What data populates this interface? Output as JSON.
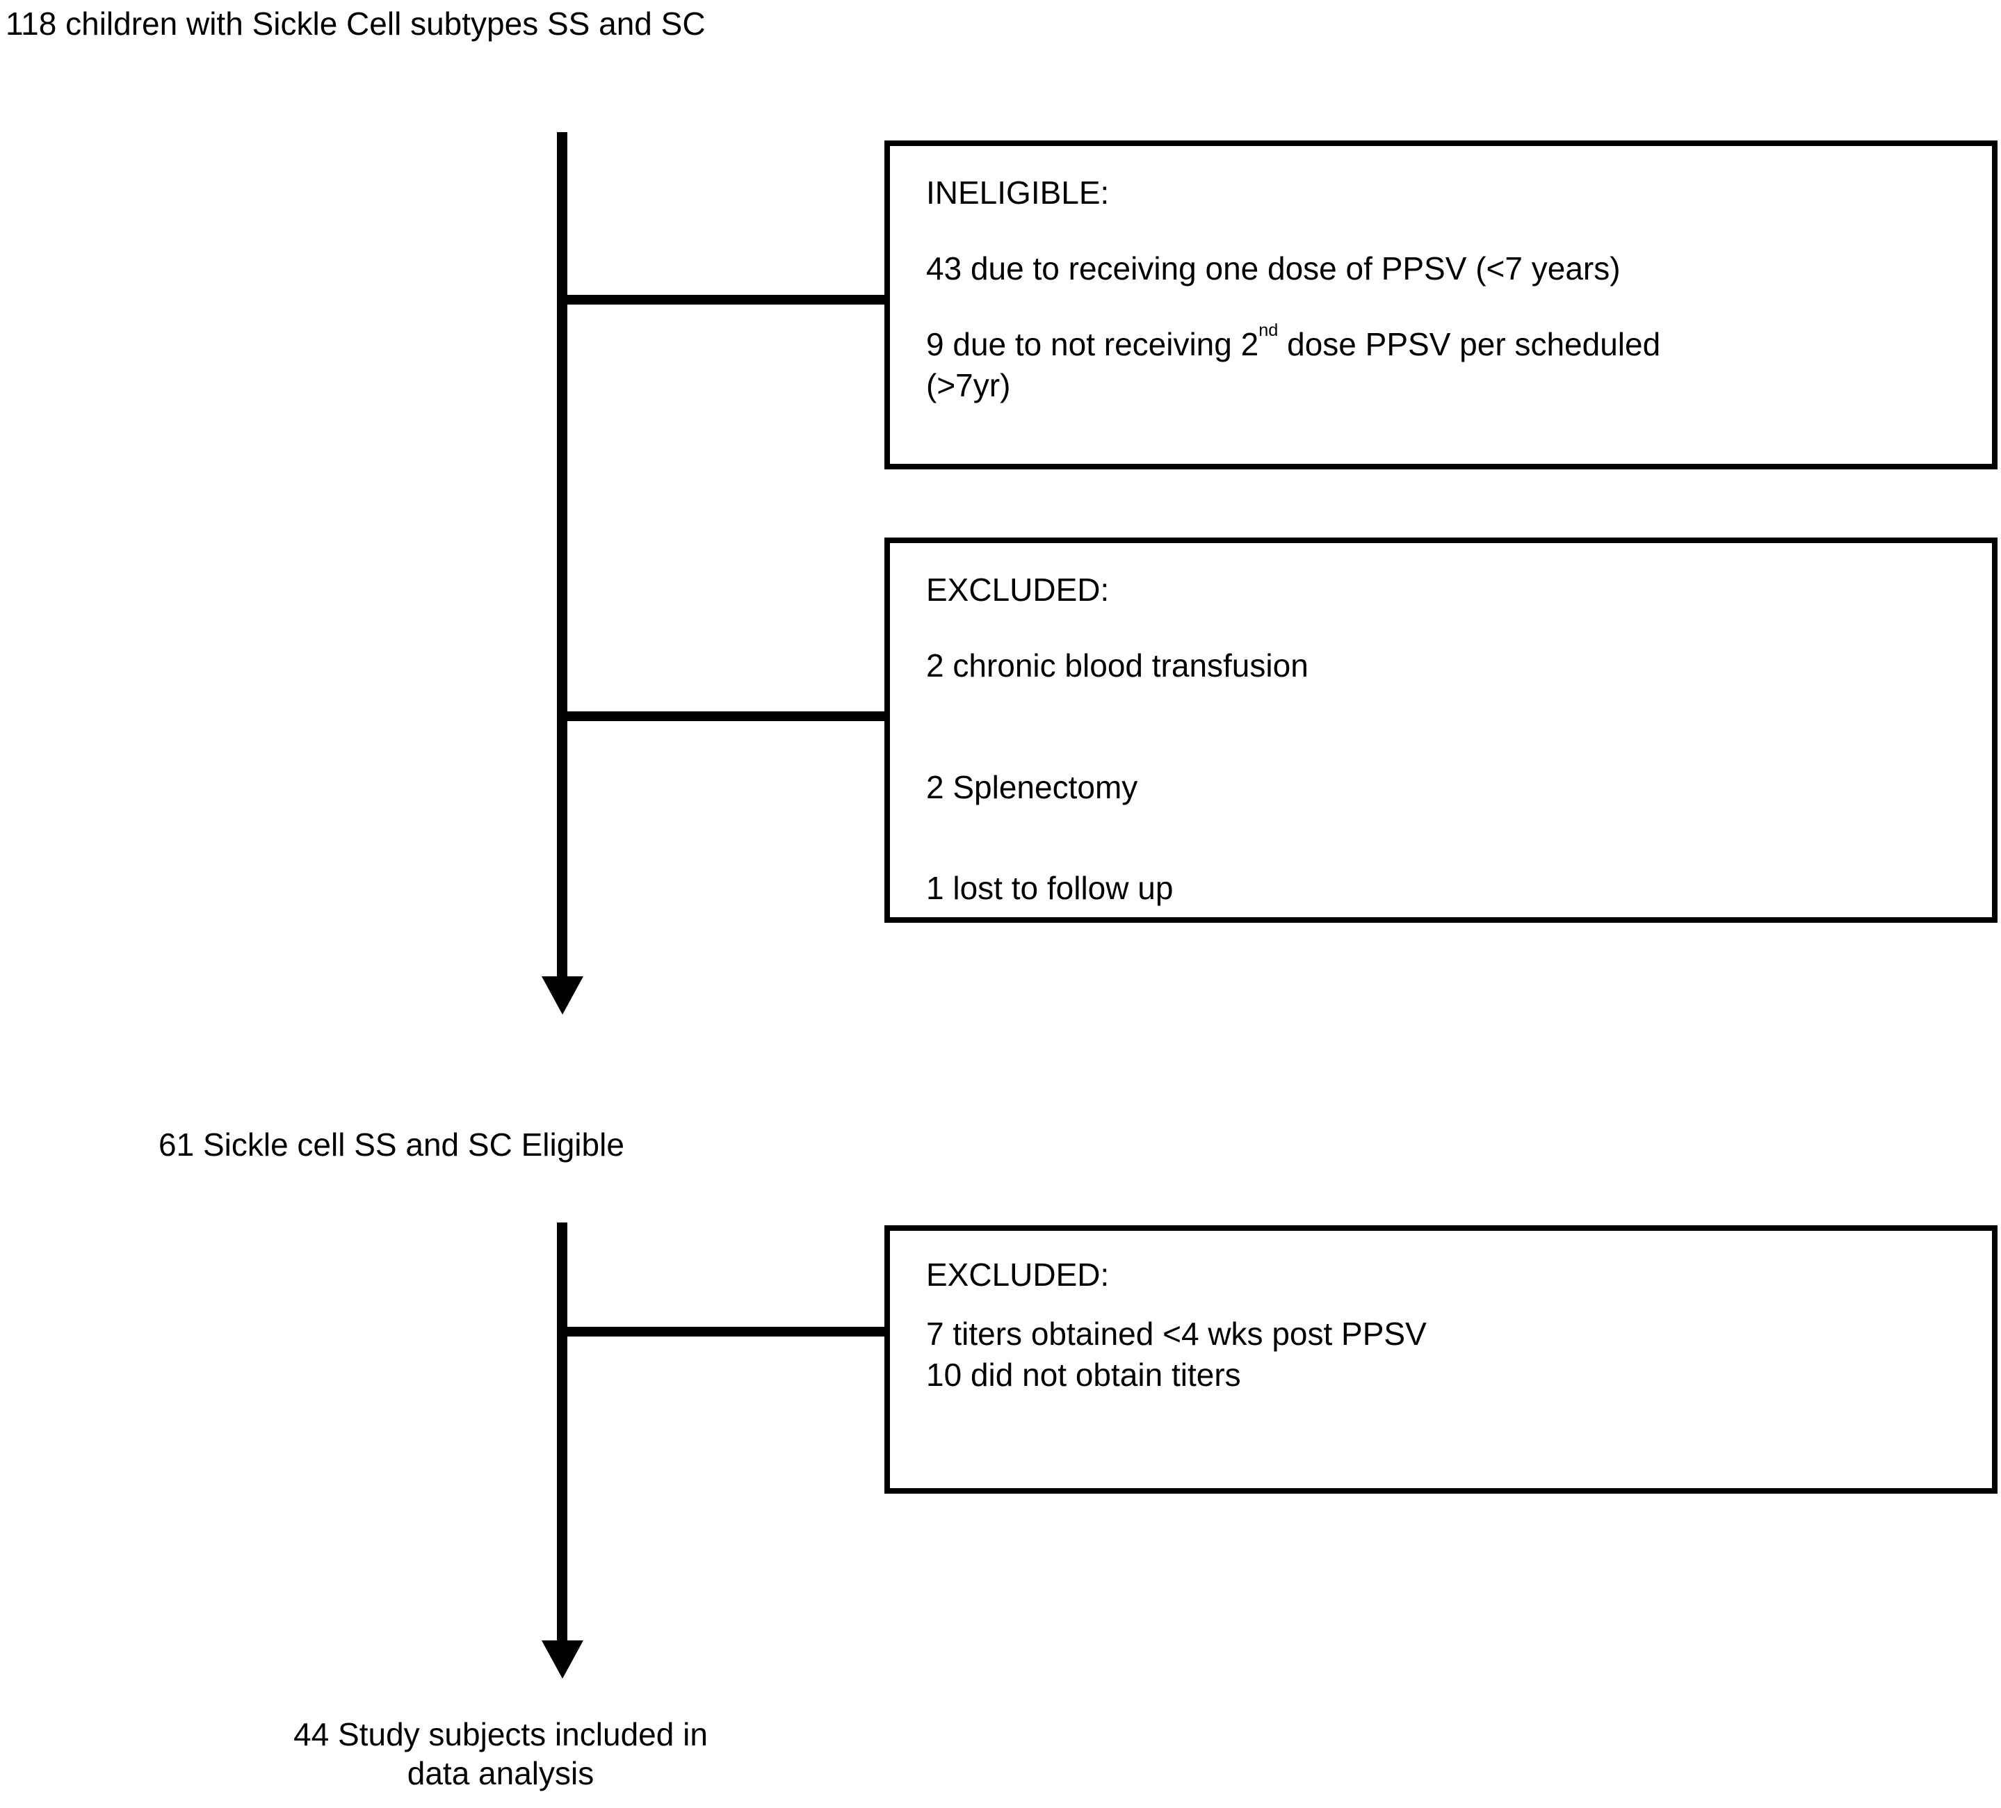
{
  "flow": {
    "root_label": "118 children with Sickle Cell subtypes SS and SC",
    "eligible_label": "61 Sickle cell SS and SC Eligible",
    "final_line1": "44 Study subjects included in",
    "final_line2": "data analysis"
  },
  "boxes": {
    "ineligible": {
      "heading": "INELIGIBLE:",
      "item1": "43 due to receiving one dose of PPSV (<7 years)",
      "item2_prefix": "9 due to not receiving 2",
      "item2_sup": "nd",
      "item2_suffix": " dose PPSV per scheduled",
      "item2_line2": "(>7yr)"
    },
    "excluded1": {
      "heading": "EXCLUDED:",
      "item1": "2 chronic blood transfusion",
      "item2": "2 Splenectomy",
      "item3": "1 lost to follow up"
    },
    "excluded2": {
      "heading": "EXCLUDED:",
      "item1": "7 titers obtained <4 wks post PPSV",
      "item2": "10 did not obtain titers"
    }
  },
  "colors": {
    "line": "#000000",
    "text": "#000000",
    "background": "#ffffff"
  }
}
